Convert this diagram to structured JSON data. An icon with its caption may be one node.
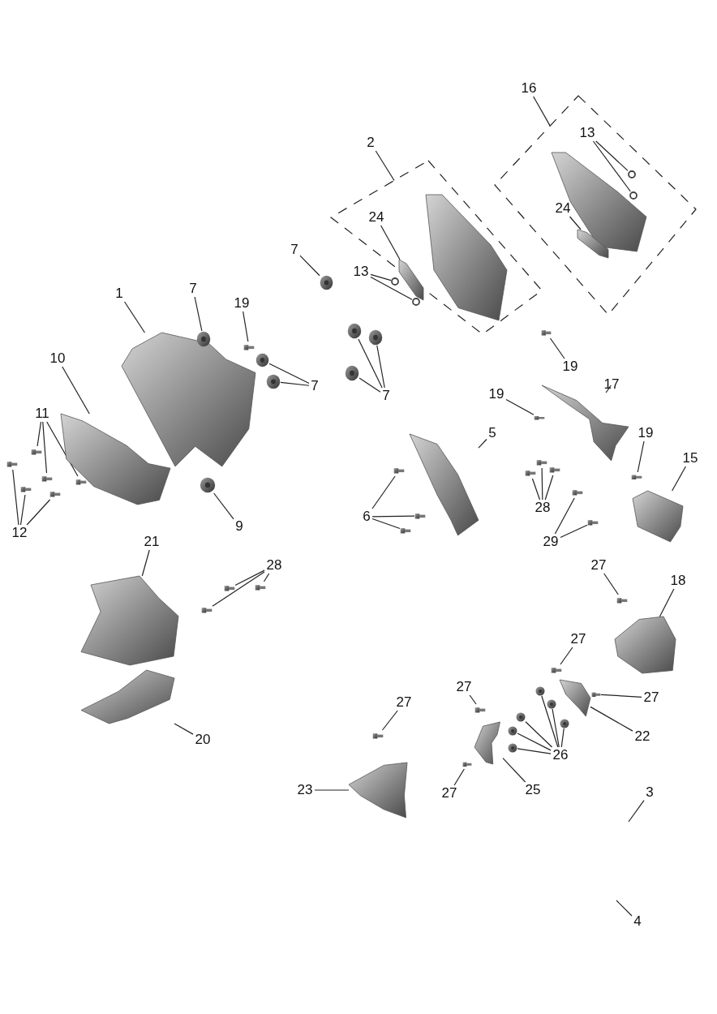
{
  "diagram": {
    "nodes": [
      {
        "text": [
          "16"
        ]
      },
      {
        "text": [],
        "shape": "box"
      },
      {
        "text": [
          "13"
        ],
        "in": 1
      },
      {
        "text": [],
        "shape": "circle",
        "in": 1
      },
      {
        "text": [],
        "shape": "circle",
        "in": 1
      },
      {
        "text": [],
        "shape": "picture",
        "in": 1
      },
      {
        "text": [
          "24"
        ],
        "in": 1
      },
      {
        "text": [],
        "shape": "picture",
        "in": 1
      },
      {
        "text": [
          "2"
        ]
      },
      {
        "text": [],
        "shape": "box"
      },
      {
        "text": [
          "24"
        ],
        "in": 9
      },
      {
        "text": [],
        "shape": "picture",
        "in": 9
      },
      {
        "text": [],
        "shape": "picture",
        "in": 9
      },
      {
        "text": [
          "13"
        ],
        "in": 9
      },
      {
        "text": [],
        "shape": "circle",
        "in": 9
      },
      {
        "text": [],
        "shape": "circle",
        "in": 9
      },
      {
        "text": [
          "7"
        ]
      },
      {
        "text": [],
        "shape": "picture"
      },
      {
        "text": [
          "1"
        ]
      },
      {
        "text": [
          "7"
        ]
      },
      {
        "text": [
          "19"
        ]
      },
      {
        "text": [],
        "shape": "picture"
      },
      {
        "text": [],
        "shape": "picture"
      },
      {
        "text": [],
        "shape": "picture"
      },
      {
        "text": [],
        "shape": "picture"
      },
      {
        "text": [],
        "shape": "picture"
      },
      {
        "text": [
          "7"
        ]
      },
      {
        "text": [],
        "shape": "picture"
      },
      {
        "text": [],
        "shape": "picture"
      },
      {
        "text": [],
        "shape": "picture"
      },
      {
        "text": [
          "7"
        ]
      },
      {
        "text": [],
        "shape": "picture"
      },
      {
        "text": [
          "19"
        ]
      },
      {
        "text": [
          "10"
        ]
      },
      {
        "text": [
          "19"
        ]
      },
      {
        "text": [
          "17"
        ]
      },
      {
        "text": [],
        "shape": "picture"
      },
      {
        "text": [],
        "shape": "picture"
      },
      {
        "text": [
          "11"
        ]
      },
      {
        "text": [],
        "shape": "picture"
      },
      {
        "text": [
          "5"
        ]
      },
      {
        "text": [
          "19"
        ]
      },
      {
        "text": [],
        "shape": "picture"
      },
      {
        "text": [],
        "shape": "picture"
      },
      {
        "text": [
          "15"
        ]
      },
      {
        "text": [],
        "shape": "picture"
      },
      {
        "text": [],
        "shape": "picture"
      },
      {
        "text": [],
        "shape": "picture"
      },
      {
        "text": [],
        "shape": "picture"
      },
      {
        "text": [],
        "shape": "picture"
      },
      {
        "text": [],
        "shape": "picture"
      },
      {
        "text": [],
        "shape": "picture"
      },
      {
        "text": [],
        "shape": "picture"
      },
      {
        "text": [],
        "shape": "picture"
      },
      {
        "text": [],
        "shape": "picture"
      },
      {
        "text": [],
        "shape": "picture"
      },
      {
        "text": [],
        "shape": "picture"
      },
      {
        "text": [],
        "shape": "picture"
      },
      {
        "text": [],
        "shape": "picture"
      },
      {
        "text": [],
        "shape": "picture"
      },
      {
        "text": [],
        "shape": "picture"
      },
      {
        "text": [
          "6"
        ]
      },
      {
        "text": [
          "28"
        ]
      },
      {
        "text": [
          "12"
        ]
      },
      {
        "text": [
          "9"
        ]
      },
      {
        "text": [
          "29"
        ]
      },
      {
        "text": [
          "21"
        ]
      },
      {
        "text": [
          "28"
        ]
      },
      {
        "text": [
          "27"
        ]
      },
      {
        "text": [
          "18"
        ]
      },
      {
        "text": [],
        "shape": "picture"
      },
      {
        "text": [],
        "shape": "picture"
      },
      {
        "text": [],
        "shape": "picture"
      },
      {
        "text": [],
        "shape": "picture"
      },
      {
        "text": [],
        "shape": "picture"
      },
      {
        "text": [],
        "shape": "picture"
      },
      {
        "text": [
          "27"
        ]
      },
      {
        "text": [],
        "shape": "picture"
      },
      {
        "text": [],
        "shape": "picture"
      },
      {
        "text": [
          "27"
        ]
      },
      {
        "text": [],
        "shape": "picture"
      },
      {
        "text": [],
        "shape": "picture"
      },
      {
        "text": [],
        "shape": "picture"
      },
      {
        "text": [],
        "shape": "picture"
      },
      {
        "text": [
          "27"
        ]
      },
      {
        "text": [],
        "shape": "picture"
      },
      {
        "text": [
          "27"
        ]
      },
      {
        "text": [],
        "shape": "picture"
      },
      {
        "text": [],
        "shape": "picture"
      },
      {
        "text": [],
        "shape": "picture"
      },
      {
        "text": [
          "22"
        ]
      },
      {
        "text": [
          "20"
        ]
      },
      {
        "text": [],
        "shape": "picture"
      },
      {
        "text": [],
        "shape": "picture"
      },
      {
        "text": [],
        "shape": "picture"
      },
      {
        "text": [
          "26"
        ]
      },
      {
        "text": [],
        "shape": "picture"
      },
      {
        "text": [],
        "shape": "picture"
      },
      {
        "text": [
          "3"
        ]
      },
      {
        "text": [
          "25"
        ]
      },
      {
        "text": [
          "23"
        ]
      },
      {
        "text": [
          "27"
        ]
      },
      {
        "text": [
          "4"
        ]
      }
    ],
    "edges": [
      {
        "from": 0,
        "to": 1,
        "arrow": "none"
      },
      {
        "from": 2,
        "to": 3,
        "arrow": "none"
      },
      {
        "from": 2,
        "to": 4,
        "arrow": "none"
      },
      {
        "from": 6,
        "to": 7,
        "arrow": "none"
      },
      {
        "from": 8,
        "to": 9,
        "arrow": "none"
      },
      {
        "from": 10,
        "to": 12,
        "arrow": "none"
      },
      {
        "from": 13,
        "to": 14,
        "arrow": "none"
      },
      {
        "from": 13,
        "to": 15,
        "arrow": "none"
      },
      {
        "from": 16,
        "to": 17,
        "arrow": "none"
      },
      {
        "from": 18,
        "to": 21,
        "arrow": "none"
      },
      {
        "from": 19,
        "to": 22,
        "arrow": "none"
      },
      {
        "from": 20,
        "to": 23,
        "arrow": "none"
      },
      {
        "from": 26,
        "to": 24,
        "arrow": "none"
      },
      {
        "from": 26,
        "to": 25,
        "arrow": "none"
      },
      {
        "from": 30,
        "to": 27,
        "arrow": "none"
      },
      {
        "from": 30,
        "to": 28,
        "arrow": "none"
      },
      {
        "from": 30,
        "to": 29,
        "arrow": "none"
      },
      {
        "from": 32,
        "to": 31,
        "arrow": "none"
      },
      {
        "from": 33,
        "to": 39,
        "arrow": "none"
      },
      {
        "from": 34,
        "to": 37,
        "arrow": "none"
      },
      {
        "from": 35,
        "to": 36,
        "arrow": "none"
      },
      {
        "from": 40,
        "to": 42,
        "arrow": "none"
      },
      {
        "from": 41,
        "to": 43,
        "arrow": "none"
      },
      {
        "from": 44,
        "to": 60,
        "arrow": "none"
      },
      {
        "from": 38,
        "to": 45,
        "arrow": "none"
      },
      {
        "from": 38,
        "to": 46,
        "arrow": "none"
      },
      {
        "from": 38,
        "to": 47,
        "arrow": "none"
      },
      {
        "from": 63,
        "to": 48,
        "arrow": "none"
      },
      {
        "from": 63,
        "to": 49,
        "arrow": "none"
      },
      {
        "from": 63,
        "to": 50,
        "arrow": "none"
      },
      {
        "from": 64,
        "to": 51,
        "arrow": "none"
      },
      {
        "from": 61,
        "to": 52,
        "arrow": "none"
      },
      {
        "from": 61,
        "to": 53,
        "arrow": "none"
      },
      {
        "from": 61,
        "to": 54,
        "arrow": "none"
      },
      {
        "from": 62,
        "to": 55,
        "arrow": "none"
      },
      {
        "from": 62,
        "to": 56,
        "arrow": "none"
      },
      {
        "from": 62,
        "to": 57,
        "arrow": "none"
      },
      {
        "from": 65,
        "to": 58,
        "arrow": "none"
      },
      {
        "from": 65,
        "to": 59,
        "arrow": "none"
      },
      {
        "from": 66,
        "to": 74,
        "arrow": "none"
      },
      {
        "from": 67,
        "to": 70,
        "arrow": "none"
      },
      {
        "from": 67,
        "to": 71,
        "arrow": "none"
      },
      {
        "from": 67,
        "to": 72,
        "arrow": "none"
      },
      {
        "from": 68,
        "to": 73,
        "arrow": "none"
      },
      {
        "from": 69,
        "to": 75,
        "arrow": "none"
      },
      {
        "from": 76,
        "to": 77,
        "arrow": "none"
      },
      {
        "from": 79,
        "to": 80,
        "arrow": "none"
      },
      {
        "from": 84,
        "to": 87,
        "arrow": "none"
      },
      {
        "from": 90,
        "to": 85,
        "arrow": "none"
      },
      {
        "from": 95,
        "to": 81,
        "arrow": "none"
      },
      {
        "from": 95,
        "to": 82,
        "arrow": "none"
      },
      {
        "from": 95,
        "to": 83,
        "arrow": "none"
      },
      {
        "from": 95,
        "to": 88,
        "arrow": "none"
      },
      {
        "from": 95,
        "to": 92,
        "arrow": "none"
      },
      {
        "from": 95,
        "to": 93,
        "arrow": "none"
      },
      {
        "from": 99,
        "to": 94,
        "arrow": "none"
      },
      {
        "from": 86,
        "to": 89,
        "arrow": "none"
      },
      {
        "from": 101,
        "to": 96,
        "arrow": "none"
      },
      {
        "from": 100,
        "to": 97,
        "arrow": "none"
      },
      {
        "from": 91,
        "to": 78,
        "arrow": "none"
      },
      {
        "from": 98,
        "to": null,
        "arrow": "none"
      },
      {
        "from": 102,
        "to": null,
        "arrow": "none"
      }
    ]
  }
}
